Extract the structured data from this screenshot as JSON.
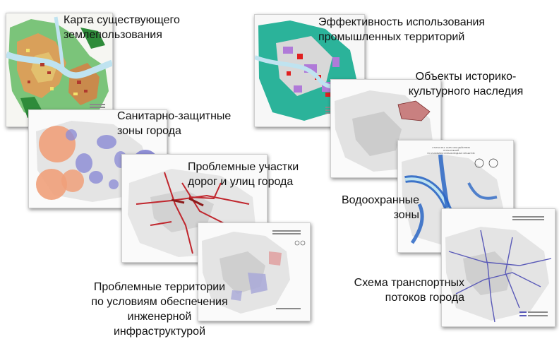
{
  "labels": {
    "land_use": "Карта существующего\nземлепользования",
    "sanitary_zones": "Санитарно-защитные\nзоны города",
    "problem_roads": "Проблемные участки\nдорог и улиц города",
    "problem_territories": "Проблемные территории\nпо условиям обеспечения\nинженерной инфраструктурой",
    "industrial_efficiency": "Эффективность использования\nпромышленных территорий",
    "heritage": "Объекты историко-\nкультурного наследия",
    "water_protection": "Водоохранные\nзоны",
    "transport": "Схема транспортных\nпотоков города"
  },
  "map_headers": {
    "water_protection": "СТАТЬЯ 48.2. КАРТА ЗОН ДЕЙСТВИЯ ОГРАНИЧЕНИЙ\nПО УСЛОВИЯМ ОХРАНЫ ВОДНЫХ ОБЪЕКТОВ"
  },
  "colors": {
    "river": "#bfe3f0",
    "green": "#2e8b3a",
    "teal": "#2bb39a",
    "orange_zone": "#f0a07a",
    "purple_zone": "#8f8fd6",
    "road_red": "#c0262d",
    "water_blue": "#2a66c4",
    "industrial_purple": "#b07ad8",
    "industrial_red": "#e02020",
    "transport_line": "#5a5ab8"
  }
}
